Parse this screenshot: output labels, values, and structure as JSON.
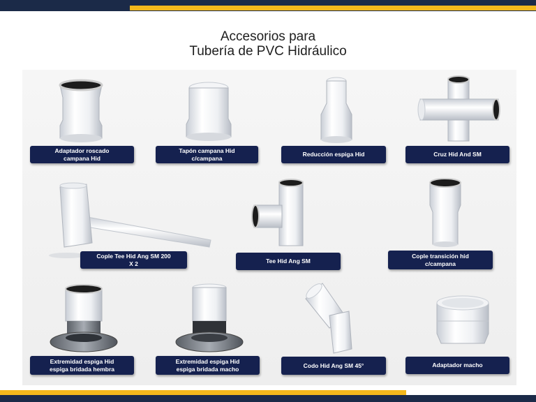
{
  "title": {
    "line1": "Accesorios para",
    "line2": "Tubería de PVC Hidráulico"
  },
  "products": [
    {
      "label": "Adaptador roscado\ncampana Hid"
    },
    {
      "label": "Tapón campana Hid\nc/campana"
    },
    {
      "label": "Reducción espiga Hid"
    },
    {
      "label": "Cruz Hid And SM"
    },
    {
      "label": "Cople Tee Hid Ang SM 200\nX 2"
    },
    {
      "label": "Tee Hid Ang SM"
    },
    {
      "label": "Cople  transición hid\nc/campana"
    },
    {
      "label": "Extremidad espiga Hid\nespiga bridada hembra"
    },
    {
      "label": "Extremidad espiga Hid\nespiga bridada macho"
    },
    {
      "label": "Codo Hid Ang SM 45°"
    },
    {
      "label": "Adaptador macho"
    }
  ],
  "colors": {
    "navy": "#1b2a48",
    "gold": "#f3b81c",
    "label_bg": "#15214f"
  }
}
